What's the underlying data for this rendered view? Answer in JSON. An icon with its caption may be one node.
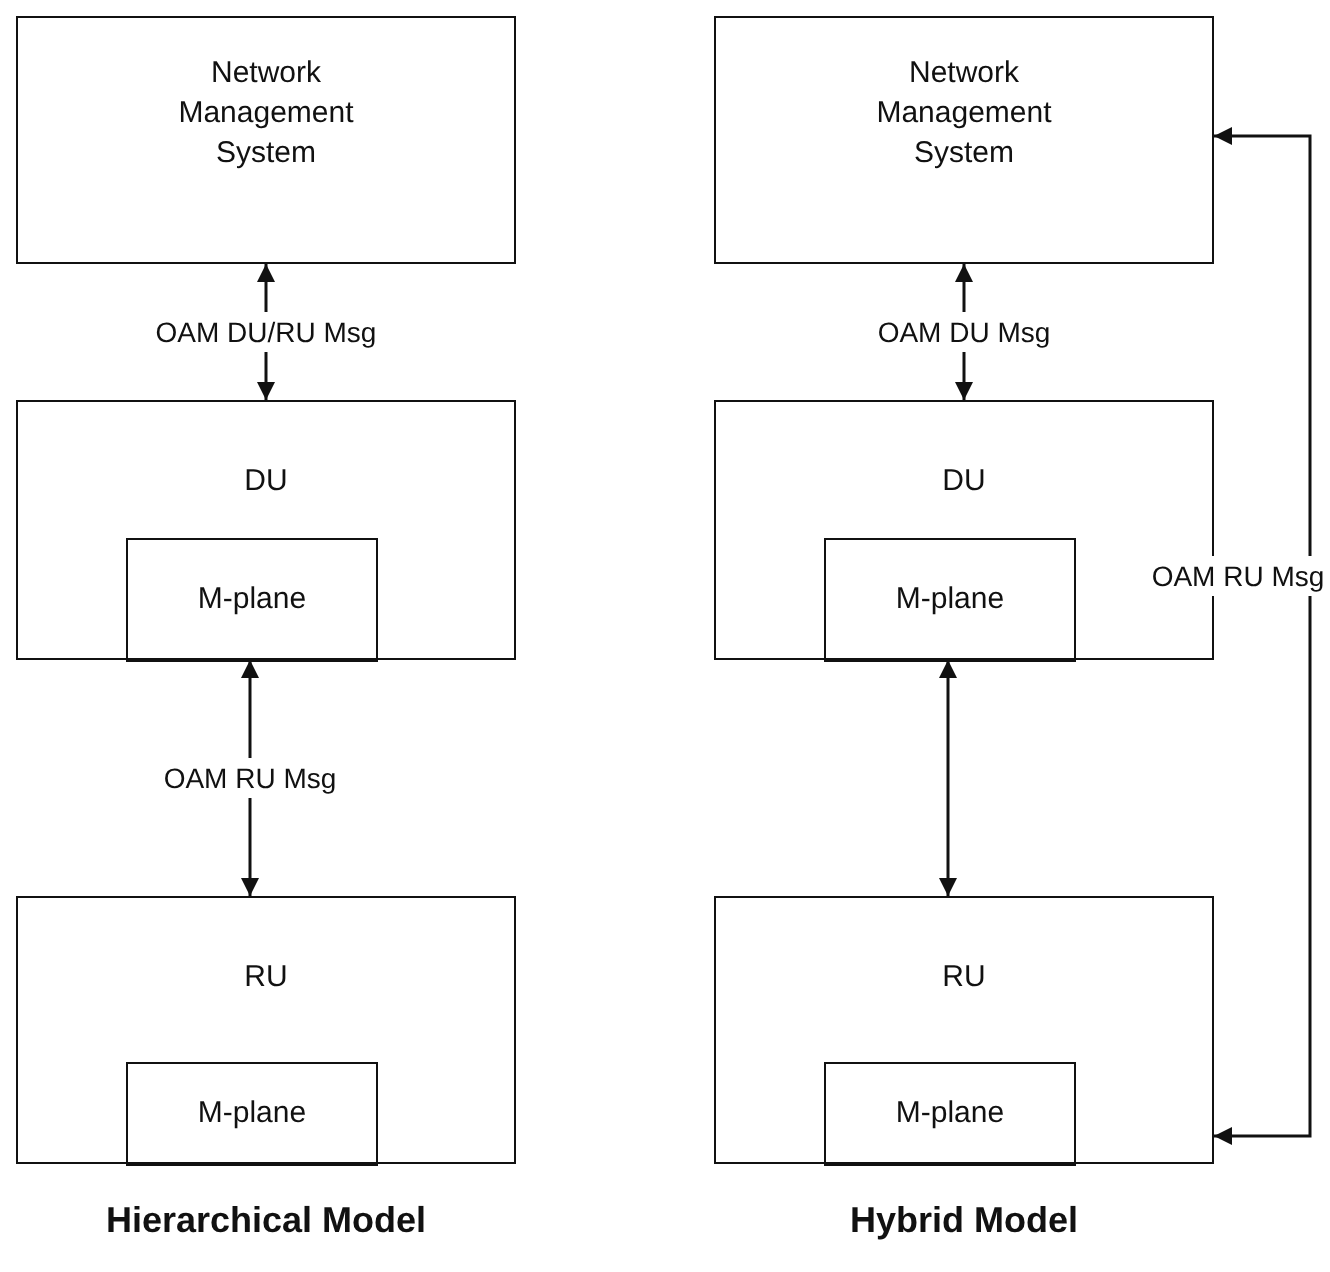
{
  "diagram": {
    "nodes": [
      {
        "text": [
          "Network Management System"
        ]
      },
      {
        "text": [
          "DU"
        ]
      },
      {
        "text": [
          "M-plane"
        ],
        "in": 1
      },
      {
        "text": [
          "RU"
        ]
      },
      {
        "text": [
          "M-plane"
        ],
        "in": 3
      },
      {
        "text": [
          "Network Management System"
        ]
      },
      {
        "text": [
          "DU"
        ]
      },
      {
        "text": [
          "M-plane"
        ],
        "in": 6
      },
      {
        "text": [
          "RU"
        ]
      },
      {
        "text": [
          "M-plane"
        ],
        "in": 8
      }
    ],
    "edges": [
      {
        "from": 0,
        "to": 1,
        "arrow": "both",
        "label": "OAM DU/RU Msg"
      },
      {
        "from": 2,
        "to": 3,
        "arrow": "both",
        "label": "OAM RU Msg"
      },
      {
        "from": 5,
        "to": 6,
        "arrow": "both",
        "label": "OAM DU Msg"
      },
      {
        "from": 7,
        "to": 8,
        "arrow": "both"
      },
      {
        "from": 5,
        "to": 8,
        "arrow": "both",
        "label": "OAM RU Msg"
      }
    ],
    "labels": [
      "Hierarchical Model",
      "Hybrid Model"
    ]
  }
}
